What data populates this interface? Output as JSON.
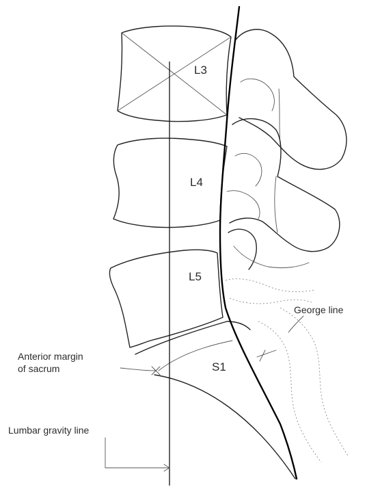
{
  "vertebrae": {
    "l3": "L3",
    "l4": "L4",
    "l5": "L5",
    "s1": "S1"
  },
  "annotations": {
    "george_line": "George line",
    "anterior_margin_line1": "Anterior margin",
    "anterior_margin_line2": "of sacrum",
    "lumbar_gravity_line": "Lumbar gravity line"
  },
  "colors": {
    "ink": "#222222",
    "background": "#ffffff"
  }
}
